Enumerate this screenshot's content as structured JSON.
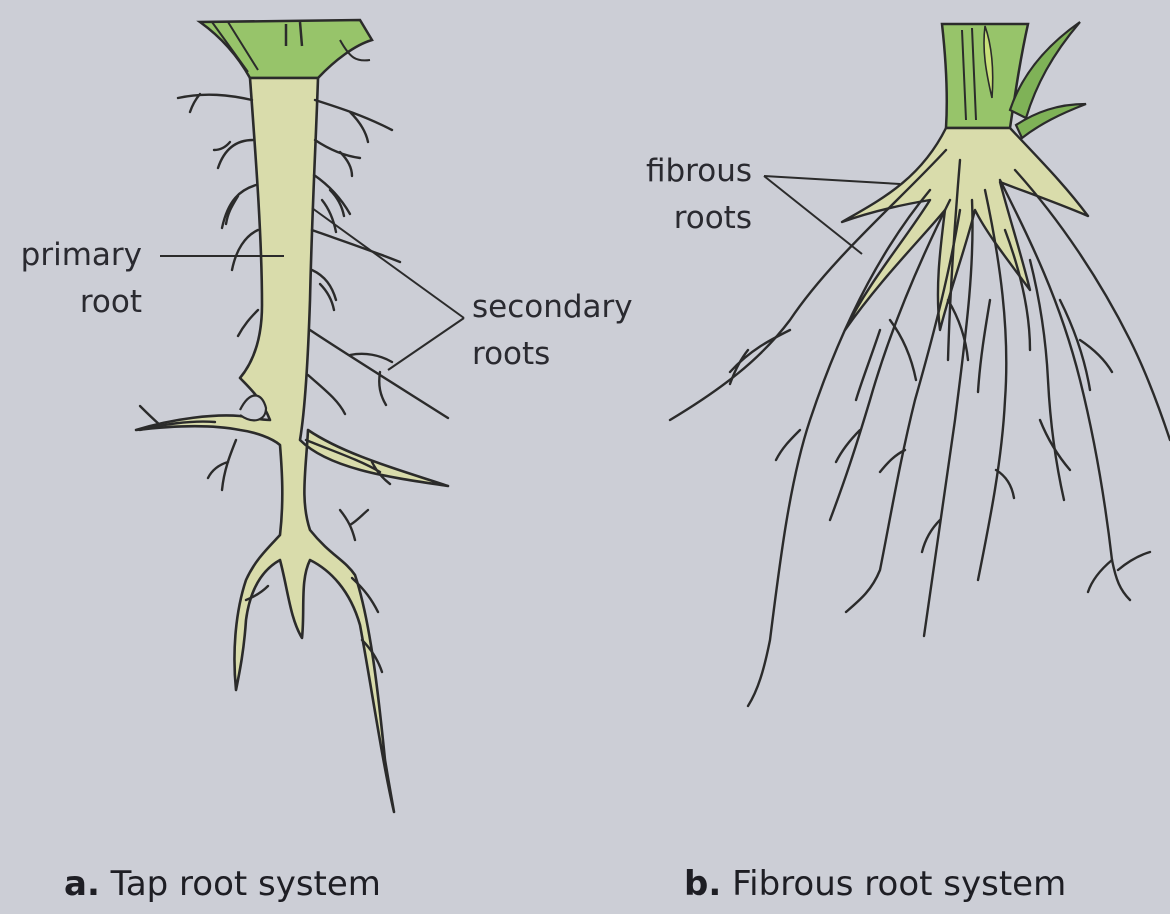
{
  "labels": {
    "primary_root": [
      "primary",
      "root"
    ],
    "secondary_roots": [
      "secondary",
      "roots"
    ],
    "fibrous_roots": [
      "fibrous",
      "roots"
    ]
  },
  "captions": {
    "a": {
      "letter": "a.",
      "text": "Tap root system"
    },
    "b": {
      "letter": "b.",
      "text": "Fibrous root system"
    }
  },
  "colors": {
    "root_fill": "#d9dcab",
    "root_outline": "#2b2b2b",
    "stem_green": "#97c46a",
    "leaf_green": "#7fb257",
    "page_background": "#ccced6"
  }
}
